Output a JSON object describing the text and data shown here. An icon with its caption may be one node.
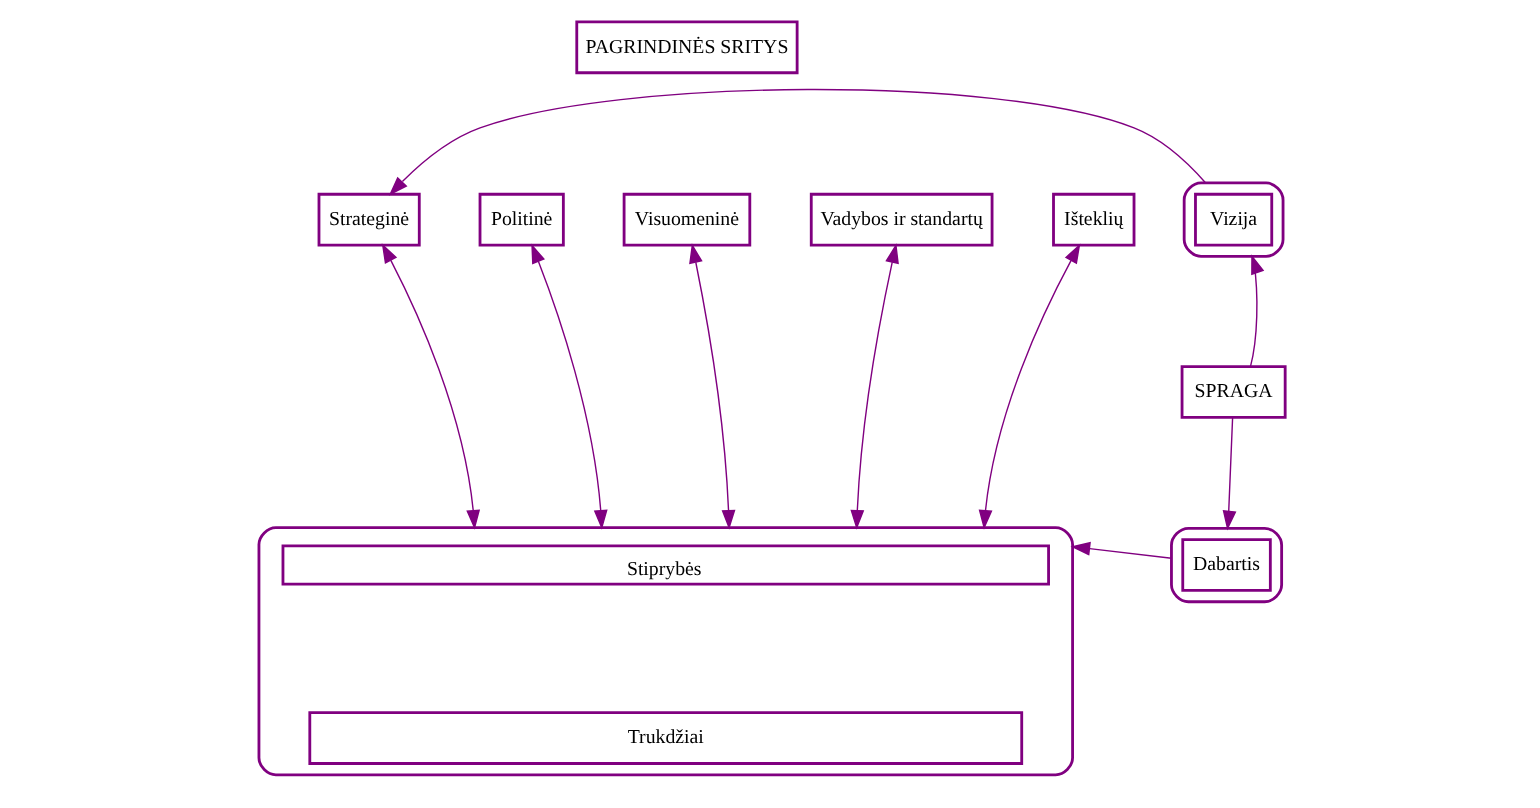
{
  "diagram": {
    "nodes": [
      {
        "text": [
          "PAGRINDINĖS SRITYS"
        ]
      },
      {
        "text": [],
        "shape": "ellipse"
      },
      {
        "text": [
          "Vizija"
        ],
        "in": 1
      },
      {
        "text": [
          "Strateginė"
        ]
      },
      {
        "text": [
          "Politinė"
        ]
      },
      {
        "text": [
          "Visuomeninė"
        ]
      },
      {
        "text": [
          "Vadybos ir standartų"
        ]
      },
      {
        "text": [
          "Išteklių"
        ]
      },
      {
        "text": [
          "SPRAGA"
        ]
      },
      {
        "text": [],
        "shape": "ellipse"
      },
      {
        "text": [
          "Dabartis"
        ],
        "in": 9
      },
      {
        "text": [],
        "shape": "ellipse"
      },
      {
        "text": [
          "Stiprybės"
        ],
        "in": 11
      },
      {
        "text": [
          "Trukdžiai"
        ],
        "in": 11
      }
    ],
    "edges": [
      {
        "from": 1,
        "to": 3,
        "arrow": "to"
      },
      {
        "from": 8,
        "to": 1,
        "arrow": "to"
      },
      {
        "from": 8,
        "to": 9,
        "arrow": "to"
      },
      {
        "from": 9,
        "to": 11,
        "arrow": "to"
      },
      {
        "from": 3,
        "to": 11,
        "arrow": "both"
      },
      {
        "from": 4,
        "to": 11,
        "arrow": "both"
      },
      {
        "from": 5,
        "to": 11,
        "arrow": "both"
      },
      {
        "from": 6,
        "to": 11,
        "arrow": "both"
      },
      {
        "from": 7,
        "to": 11,
        "arrow": "both"
      }
    ]
  }
}
